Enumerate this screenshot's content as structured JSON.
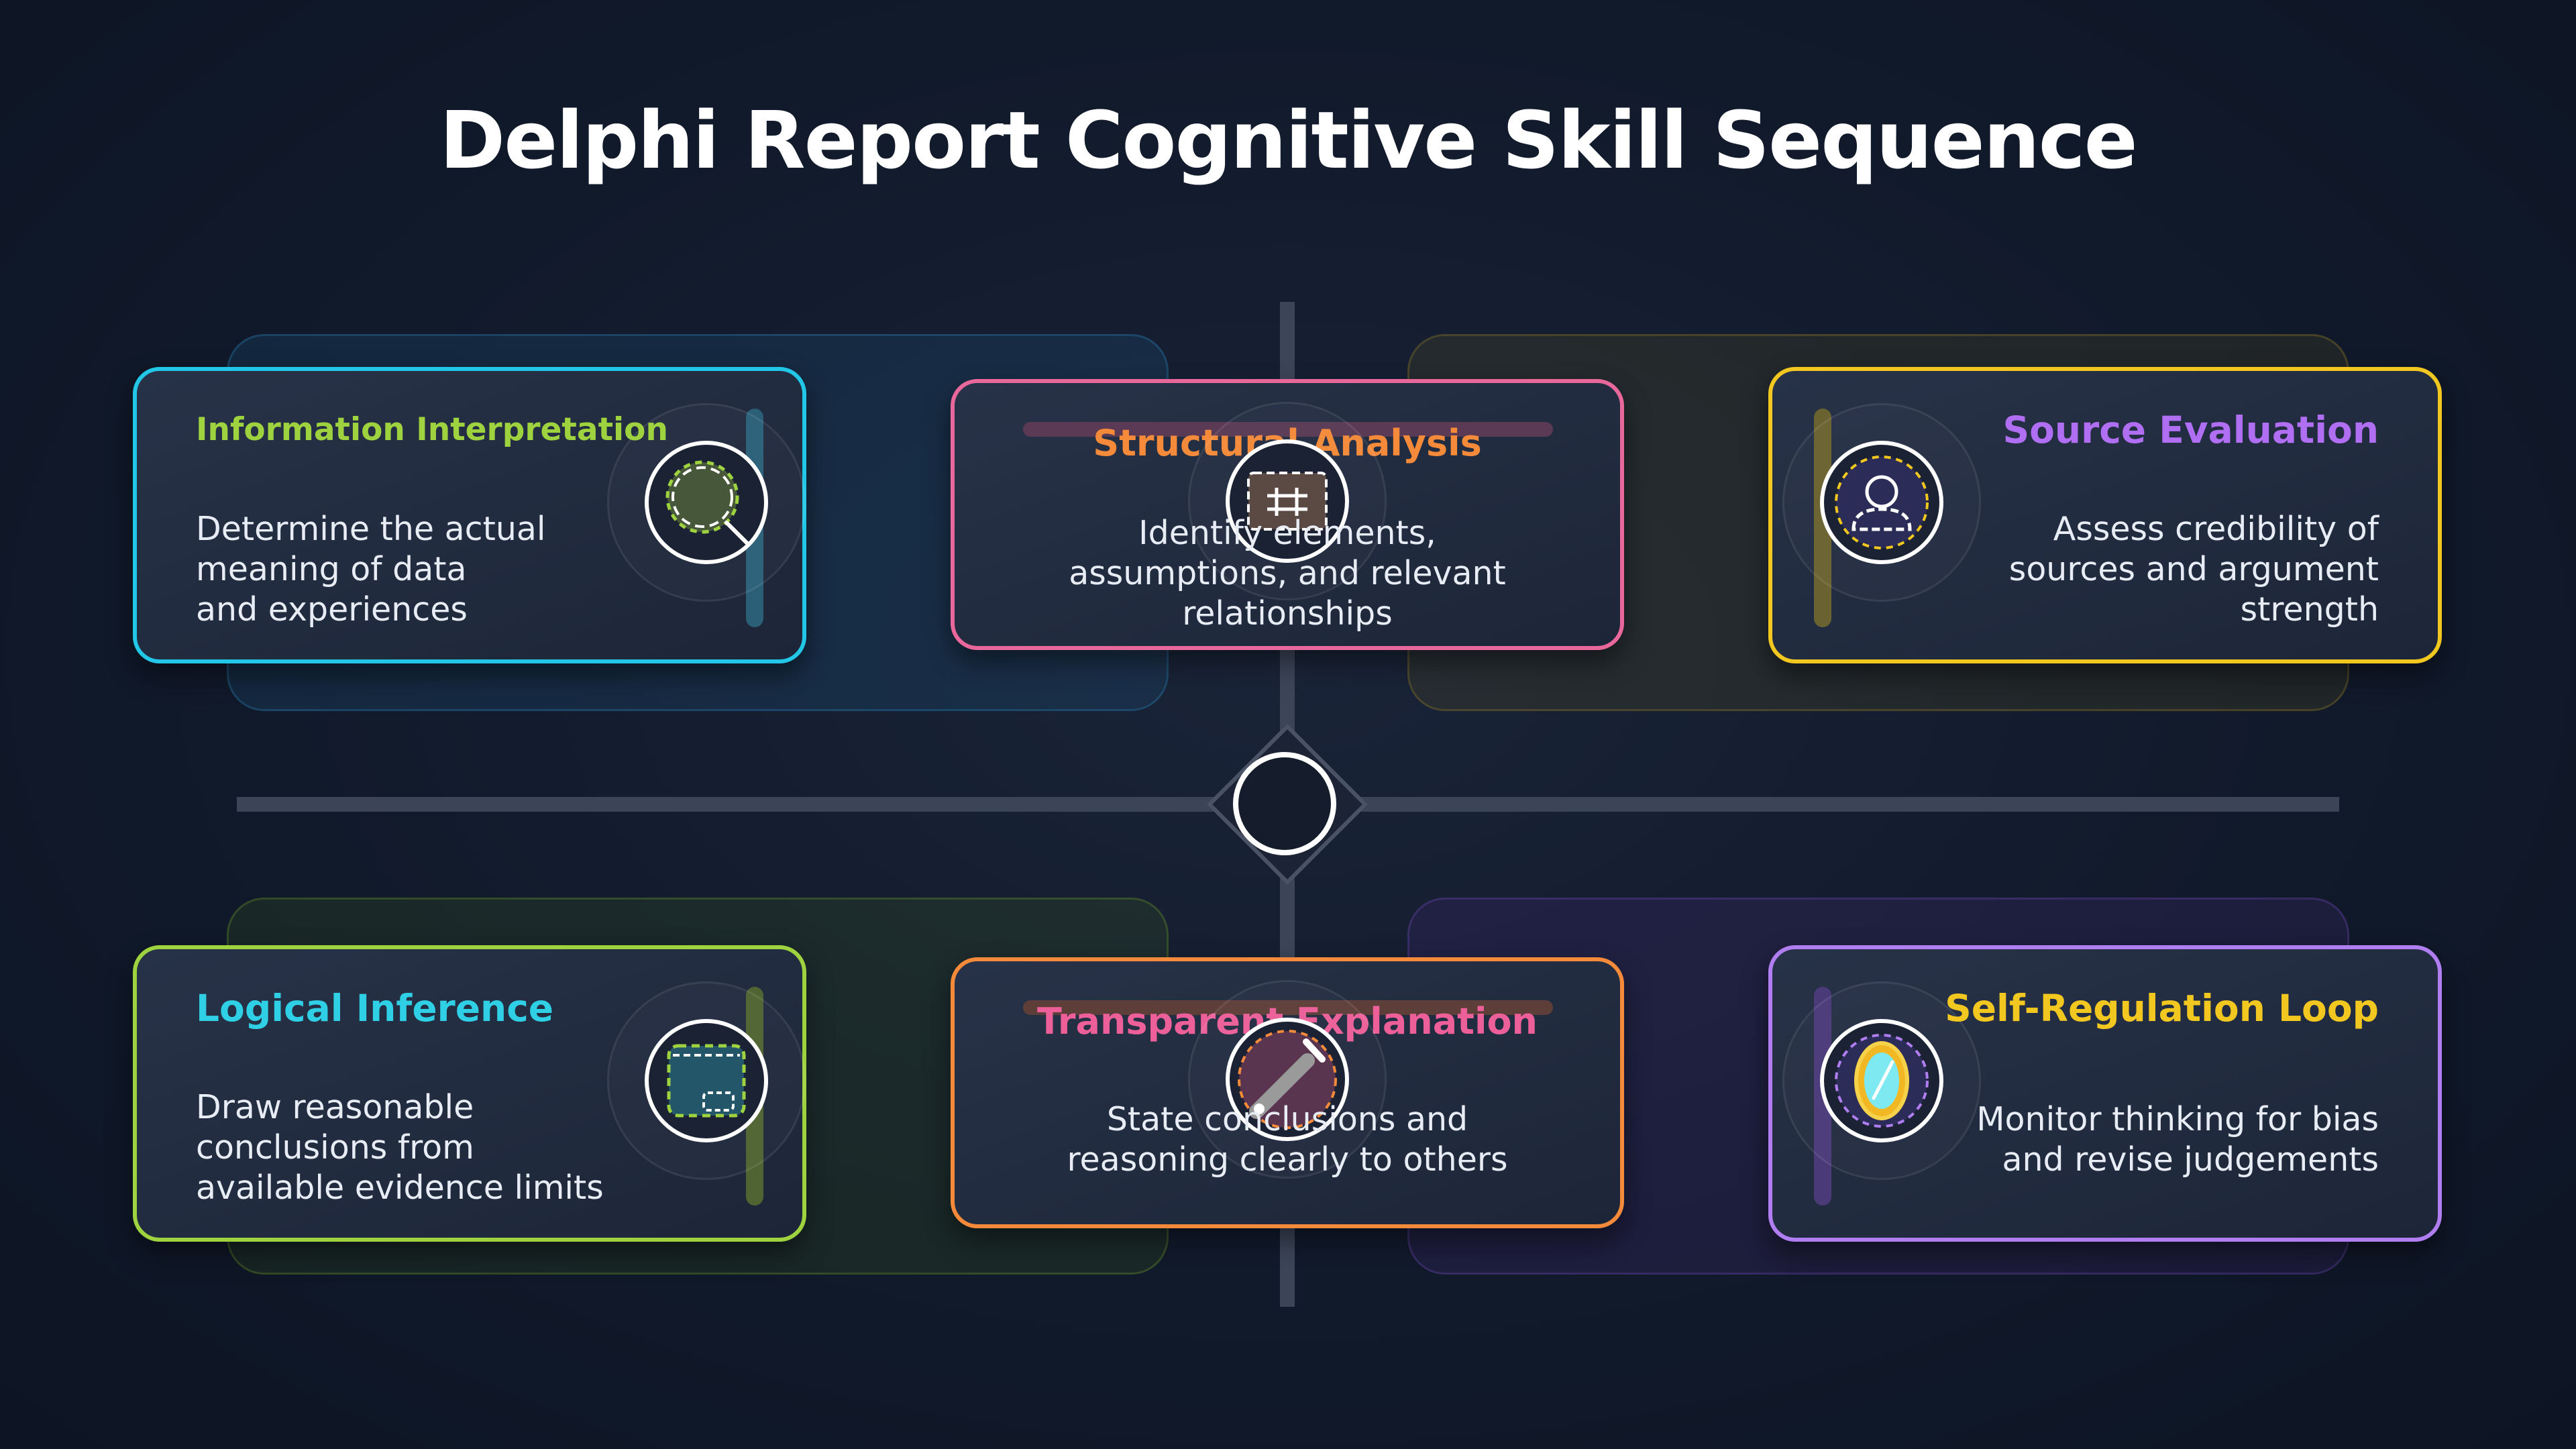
{
  "title": "Delphi Report Cognitive Skill Sequence",
  "skills": [
    {
      "title": "Information Interpretation",
      "description": "Determine the actual\nmeaning of data\nand experiences",
      "icon": "magnifier-icon",
      "title_color": "#9ed33f",
      "border_color": "#22c6e6"
    },
    {
      "title": "Structural Analysis",
      "description": "Identify elements,\nassumptions, and relevant\nrelationships",
      "icon": "frame-icon",
      "title_color": "#f48a3a",
      "border_color": "#e8689c"
    },
    {
      "title": "Source Evaluation",
      "description": "Assess credibility of\nsources and argument\nstrength",
      "icon": "person-icon",
      "title_color": "#b06ef2",
      "border_color": "#f2c71f"
    },
    {
      "title": "Logical Inference",
      "description": "Draw reasonable\nconclusions from\navailable evidence limits",
      "icon": "window-icon",
      "title_color": "#2fd0e6",
      "border_color": "#9ed33f"
    },
    {
      "title": "Transparent Explanation",
      "description": "State conclusions and\nreasoning clearly to others",
      "icon": "pen-icon",
      "title_color": "#ec5f98",
      "border_color": "#f48a3a"
    },
    {
      "title": "Self-Regulation Loop",
      "description": "Monitor thinking for bias\nand revise judgements",
      "icon": "mirror-icon",
      "title_color": "#f2c71f",
      "border_color": "#b07ef0"
    }
  ]
}
